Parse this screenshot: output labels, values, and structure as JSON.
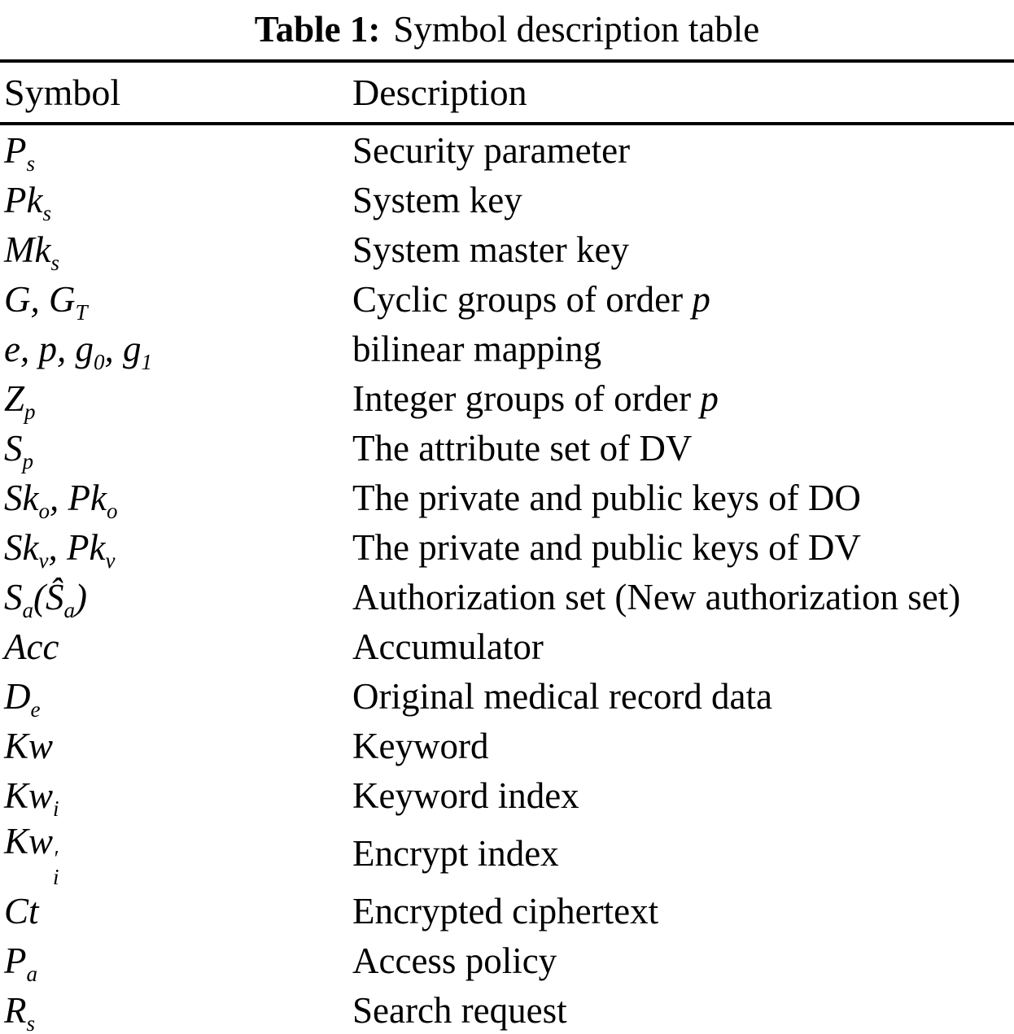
{
  "caption": {
    "label": "Table 1:",
    "text": "Symbol description table"
  },
  "table": {
    "headers": [
      "Symbol",
      "Description"
    ],
    "rows": [
      {
        "symbol": "P_{s}",
        "description": "Security parameter"
      },
      {
        "symbol": "Pk_{s}",
        "description": "System key"
      },
      {
        "symbol": "Mk_{s}",
        "description": "System master key"
      },
      {
        "symbol": "G, G_{T}",
        "description": "Cyclic groups of order *p*"
      },
      {
        "symbol": "e, p, g_{0}, g_{1}",
        "description": "bilinear mapping"
      },
      {
        "symbol": "Z_{p}",
        "description": "Integer groups of order *p*"
      },
      {
        "symbol": "S_{p}",
        "description": "The attribute set of DV"
      },
      {
        "symbol": "Sk_{o}, Pk_{o}",
        "description": "The private and public keys of DO"
      },
      {
        "symbol": "Sk_{v}, Pk_{v}",
        "description": "The private and public keys of DV"
      },
      {
        "symbol": "S_{a}(Ŝ_{a})",
        "description": "Authorization set (New authorization set)"
      },
      {
        "symbol": "Acc",
        "description": "Accumulator"
      },
      {
        "symbol": "D_{e}",
        "description": "Original medical record data"
      },
      {
        "symbol": "Kw",
        "description": "Keyword"
      },
      {
        "symbol": "Kw_{i}",
        "description": "Keyword index"
      },
      {
        "symbol": "Kw′_{i}",
        "description": "Encrypt index"
      },
      {
        "symbol": "Ct",
        "description": "Encrypted ciphertext"
      },
      {
        "symbol": "P_{a}",
        "description": "Access policy"
      },
      {
        "symbol": "R_{s}",
        "description": "Search request"
      }
    ]
  }
}
